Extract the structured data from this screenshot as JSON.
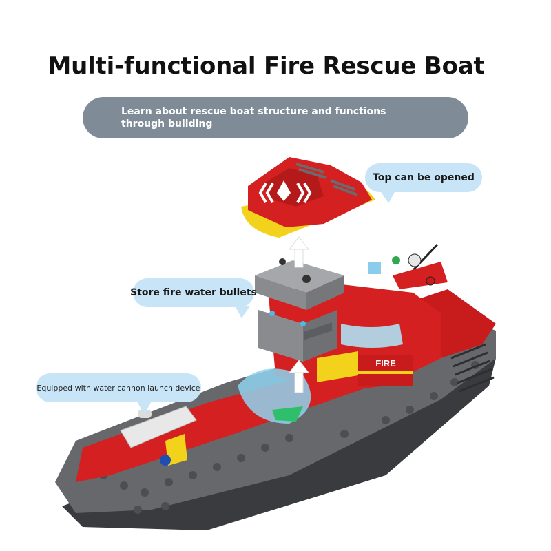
{
  "title": "Multi-functional Fire Rescue Boat",
  "subtitle": "Learn about rescue boat structure and functions through building",
  "callouts": {
    "top": "Top can be opened",
    "store": "Store fire water bullets",
    "cannon": "Equipped with water cannon launch device"
  },
  "boat": {
    "cabin_label": "FIRE"
  },
  "colors": {
    "subtitle_bg": "#7f8c97",
    "callout_bg": "#c8e4f7",
    "hull_red": "#d42020",
    "deck_gray": "#5d5f63",
    "accent_yellow": "#f2d21a"
  }
}
